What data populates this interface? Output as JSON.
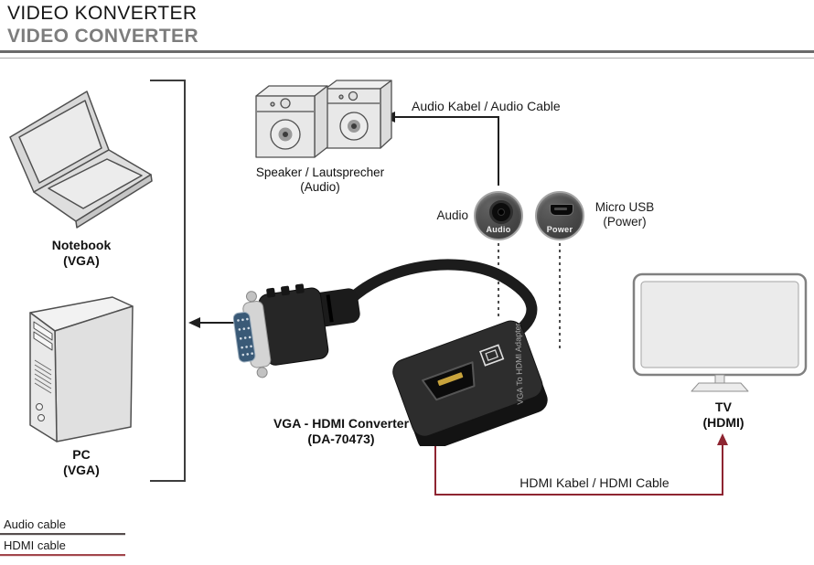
{
  "header": {
    "title_line1": "VIDEO KONVERTER",
    "title_line2": "VIDEO CONVERTER"
  },
  "devices": {
    "notebook": {
      "label": "Notebook",
      "sublabel": "(VGA)"
    },
    "pc": {
      "label": "PC",
      "sublabel": "(VGA)"
    },
    "speaker": {
      "label": "Speaker / Lautsprecher",
      "sublabel": "(Audio)"
    },
    "tv": {
      "label": "TV",
      "sublabel": "(HDMI)"
    },
    "converter": {
      "label": "VGA - HDMI Converter",
      "sublabel": "(DA-70473)",
      "body_text": "VGA To HDMI Adapter"
    }
  },
  "ports": {
    "audio": {
      "label": "Audio",
      "photo_text": "Audio"
    },
    "micro_usb": {
      "label_line1": "Micro USB",
      "label_line2": "(Power)",
      "photo_text": "Power"
    }
  },
  "cables": {
    "audio_label": "Audio Kabel / Audio Cable",
    "hdmi_label": "HDMI Kabel / HDMI Cable"
  },
  "legend": [
    {
      "label": "Audio cable",
      "color": "#564e4e"
    },
    {
      "label": "HDMI cable",
      "color": "#a2464c"
    }
  ],
  "colors": {
    "audio_line": "#1f1f1f",
    "hdmi_line": "#8e2531",
    "bracket_line": "#3d3d3d",
    "dashed_line": "#4d4d4d",
    "title_secondary": "#7d7d7d",
    "rule": "#6a6a6a"
  }
}
